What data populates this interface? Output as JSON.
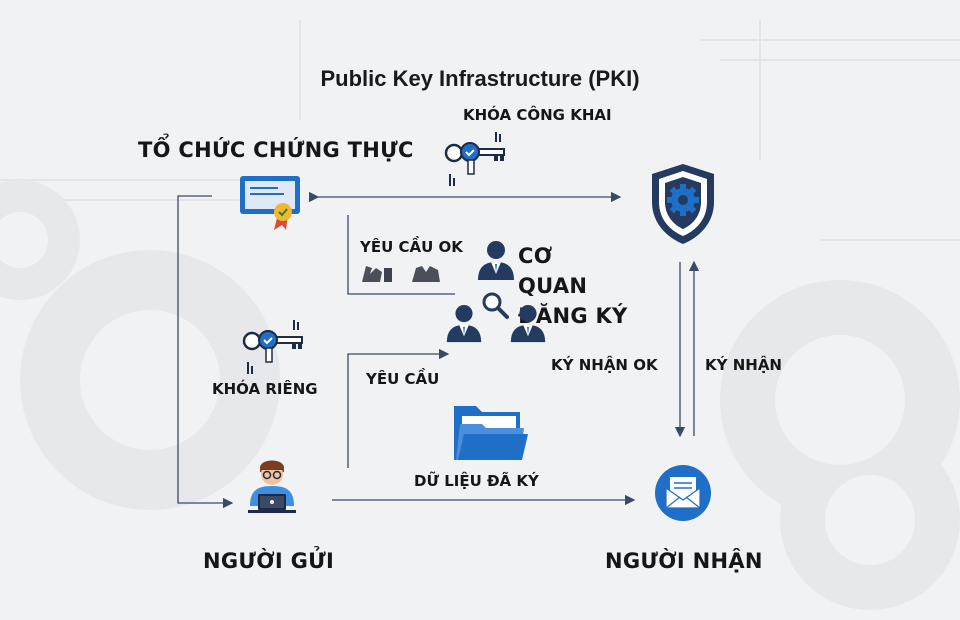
{
  "title": "Public Key Infrastructure (PKI)",
  "nodes": {
    "certificate_authority": "TỔ CHỨC CHỨNG THỰC",
    "registration_authority": "CƠ QUAN ĐĂNG KÝ",
    "sender": "NGƯỜI GỬI",
    "receiver": "NGƯỜI NHẬN"
  },
  "edge_labels": {
    "public_key": "KHÓA CÔNG KHAI",
    "private_key": "KHÓA RIÊNG",
    "request_ok": "YÊU CẦU OK",
    "request": "YÊU CẦU",
    "signed_data": "DỮ LIỆU ĐÃ KÝ",
    "sign_ok": "KÝ NHẬN OK",
    "sign": "KÝ NHẬN"
  },
  "colors": {
    "accent_blue": "#1f6fc6",
    "dark_navy": "#243a5e",
    "line": "#3a4a66",
    "background": "#f1f2f4"
  },
  "icons": [
    "certificate-icon",
    "key-icon",
    "shield-gear-icon",
    "user-icon",
    "magnifier-icon",
    "folder-icon",
    "envelope-icon",
    "person-laptop-icon",
    "stamp-icon"
  ]
}
